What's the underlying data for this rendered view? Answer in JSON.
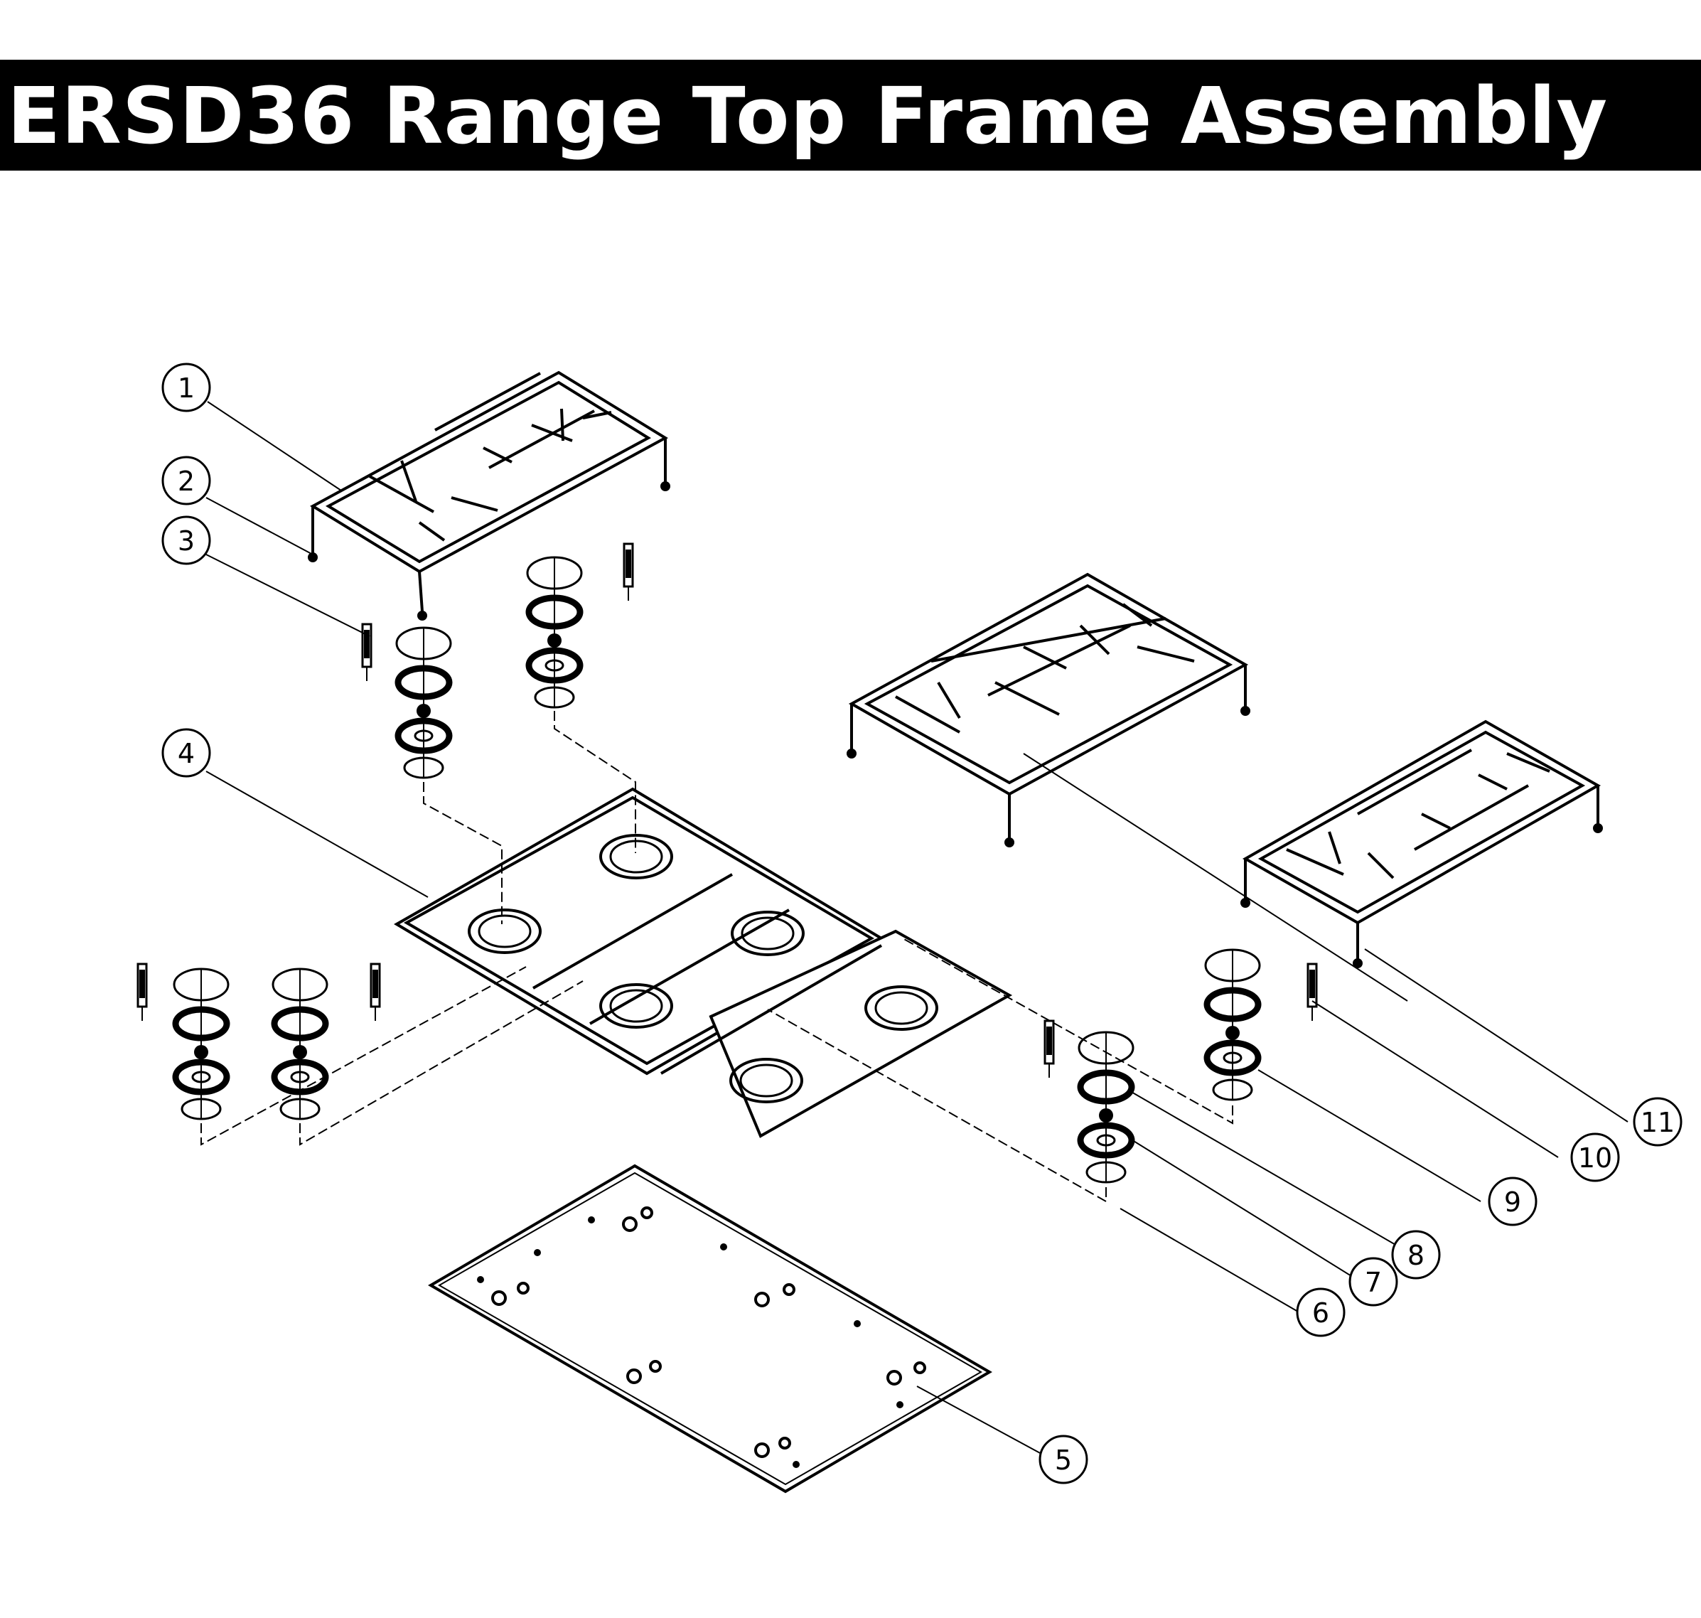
{
  "title": "ERSD36 Range Top Frame Assembly",
  "callouts": [
    "1",
    "2",
    "3",
    "4",
    "5",
    "6",
    "7",
    "8",
    "9",
    "10",
    "11"
  ]
}
